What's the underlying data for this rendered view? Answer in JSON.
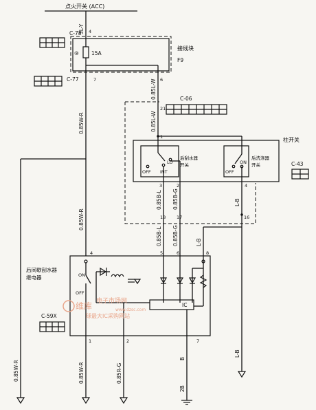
{
  "labels": {
    "ignition": "点火开关 (ACC)",
    "junction_block": "接线块",
    "fuse_name": "F9",
    "fuse_num": "⑨",
    "fuse_rating": "15A",
    "column_switch": "柱开关",
    "rear_wiper_switch": "后刮水器\n开关",
    "rear_washer_switch": "后洗涤器\n开关",
    "relay": "后间歇刮水器\n继电器",
    "ic": "IC",
    "sw_off1": "OFF",
    "sw_lo": "LO",
    "sw_int": "INT",
    "sw_off2": "OFF",
    "sw_on2": "ON",
    "relay_on": "ON",
    "relay_off": "OFF"
  },
  "connectors": {
    "c78": "C-78",
    "c77": "C-77",
    "c06": "C-06",
    "c43": "C-43",
    "c59x": "C-59X"
  },
  "wires": {
    "w_3ly": "3L-Y",
    "w_085wr_a": "0.85W-R",
    "w_085lw_a": "0.85L-W",
    "w_085lw_b": "0.85L-W",
    "w_085wr_b": "0.85W-R",
    "w_085bl_a": "0.85B-L",
    "w_085bg_a": "0.85B-G",
    "w_lb_a": "L-B",
    "w_085bl_b": "0.85B-L",
    "w_085bg_b": "0.85B-G",
    "w_lb_b": "L-B",
    "w_lb_c": "L-B",
    "w_b": "B",
    "w_085wr_c": "0.85W-R",
    "w_085wr_d": "0.85W-R",
    "w_085rg": "0.85R-G",
    "w_2b": "2B"
  },
  "pins": {
    "p4a": "4",
    "p7a": "7",
    "p6a": "6",
    "p21": "21",
    "p1a": "1",
    "p3a": "3",
    "p2a": "2",
    "p4b": "4",
    "p18": "18",
    "p17": "17",
    "p16": "16",
    "p4c": "4",
    "p5": "5",
    "p6b": "6",
    "p8": "8",
    "p1b": "1",
    "p2b": "2",
    "p7b": "7"
  },
  "watermark": {
    "brand": "维库",
    "site": "电子市场网",
    "slogan": "球最大IC采购网站",
    "url": "www.dzsc.com"
  },
  "colors": {
    "line": "#111111",
    "paper": "#f7f6f2",
    "watermark": "#e9a58a"
  }
}
